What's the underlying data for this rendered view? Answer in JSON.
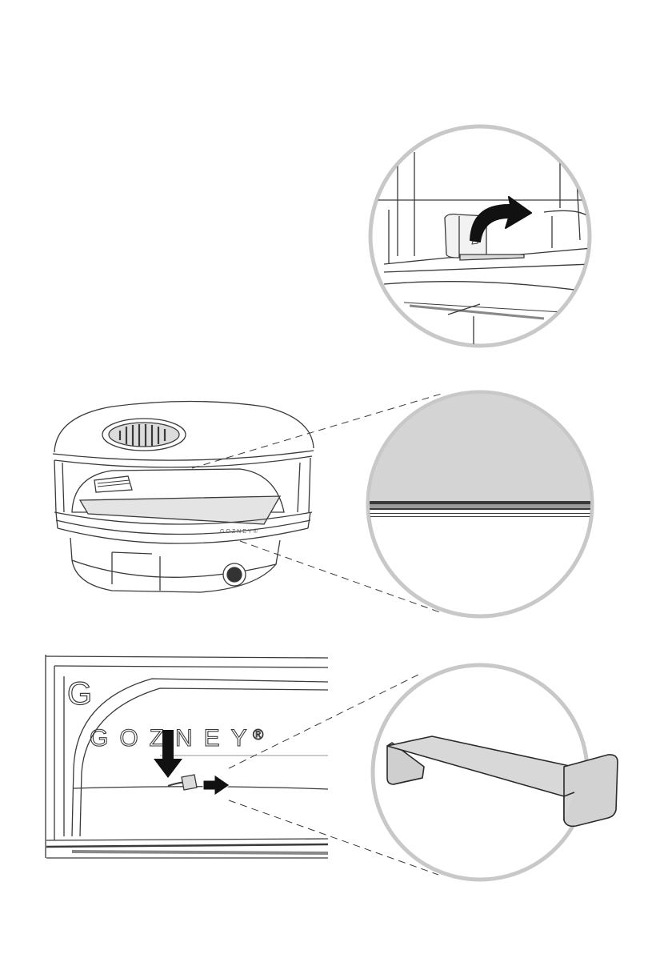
{
  "brand": {
    "name": "GOZNEY",
    "registered_mark": "®",
    "monogram": "G",
    "oven_label": "GOZNEY®"
  },
  "figures": [
    {
      "id": "step-1",
      "description_icon": "curved-arrow-icon"
    },
    {
      "id": "step-2",
      "description_icon": "oven-illustration"
    },
    {
      "id": "step-3",
      "description_icon": "down-arrow-icon"
    }
  ],
  "colors": {
    "line": "#3a3a3a",
    "ring": "#c8c8c8",
    "fill_light": "#e6e6e6",
    "fill_mid": "#cfcfcf",
    "arrow": "#111111"
  }
}
